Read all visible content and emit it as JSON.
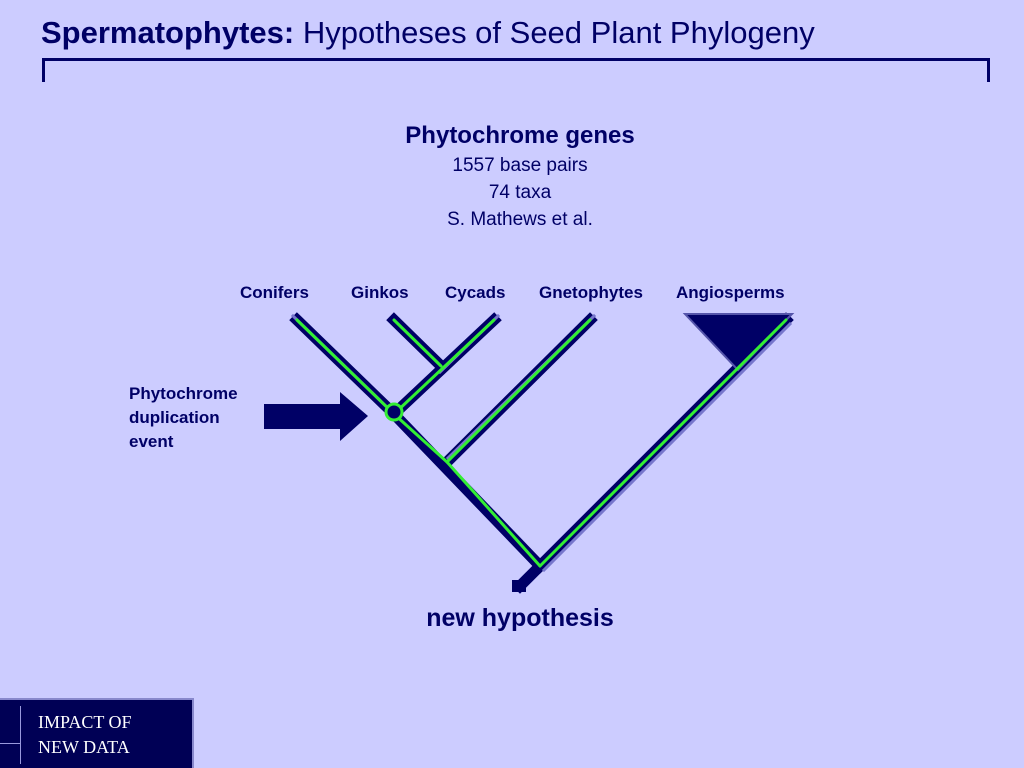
{
  "slide": {
    "title_bold": "Spermatophytes:",
    "title_rest": "Hypotheses of Seed Plant Phylogeny"
  },
  "study": {
    "heading": "Phytochrome genes",
    "base_pairs": "1557 base pairs",
    "taxa": "74 taxa",
    "authors": "S. Mathews et al."
  },
  "taxa_labels": [
    "Conifers",
    "Ginkos",
    "Cycads",
    "Gnetophytes",
    "Angiosperms"
  ],
  "event_label": [
    "Phytochrome",
    "duplication",
    "event"
  ],
  "caption": "new hypothesis",
  "badge": [
    "IMPACT OF",
    "NEW DATA"
  ],
  "colors": {
    "background": "#ccccff",
    "text": "#000066",
    "branch": "#000066",
    "highlight": "#33ee33",
    "badge_bg": "#000055"
  }
}
